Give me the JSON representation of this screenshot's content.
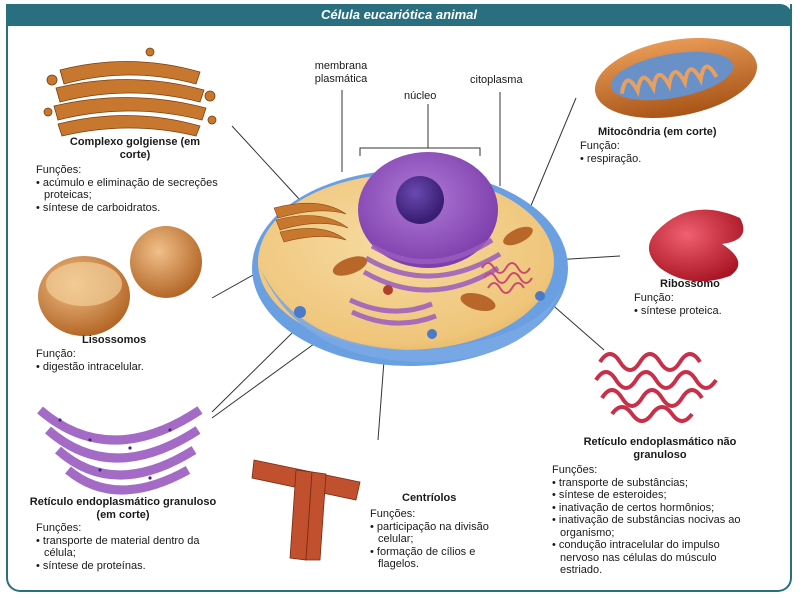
{
  "title": "Célula eucariótica animal",
  "labels": {
    "membrana": "membrana plasmática",
    "nucleo": "núcleo",
    "citoplasma": "citoplasma"
  },
  "organelles": {
    "golgi": {
      "name": "Complexo golgiense (em corte)",
      "funcoes_label": "Funções:",
      "items": [
        "acúmulo e eliminação de secreções proteicas;",
        "síntese de carboidratos."
      ]
    },
    "mitocondria": {
      "name": "Mitocôndria (em corte)",
      "funcoes_label": "Função:",
      "items": [
        "respiração."
      ]
    },
    "ribossomo": {
      "name": "Ribossomo",
      "funcoes_label": "Função:",
      "items": [
        "síntese proteica."
      ]
    },
    "lisossomos": {
      "name": "Lisossomos",
      "funcoes_label": "Função:",
      "items": [
        "digestão intracelular."
      ]
    },
    "reg": {
      "name": "Retículo endoplasmático granuloso (em corte)",
      "funcoes_label": "Funções:",
      "items": [
        "transporte de material dentro da célula;",
        "síntese de proteínas."
      ]
    },
    "centriolos": {
      "name": "Centríolos",
      "funcoes_label": "Funções:",
      "items": [
        "participação na divisão celular;",
        "formação de cílios e flagelos."
      ]
    },
    "ren": {
      "name": "Retículo endoplasmático não granuloso",
      "funcoes_label": "Funções:",
      "items": [
        "transporte de substâncias;",
        "síntese de esteroides;",
        "inativação de certos hormônios;",
        "inativação de substâncias nocivas ao organismo;",
        "condução intracelular do impulso nervoso nas células do músculo estriado."
      ]
    }
  },
  "colors": {
    "frame": "#2a6f80",
    "golgi": "#c8782e",
    "mito": "#c8702a",
    "ribo": "#d8303c",
    "reticulo": "#9a5cc0",
    "nucleus": "#8a4ab8",
    "cytoplasm": "#f0c883",
    "membrane": "#5a90d8"
  }
}
